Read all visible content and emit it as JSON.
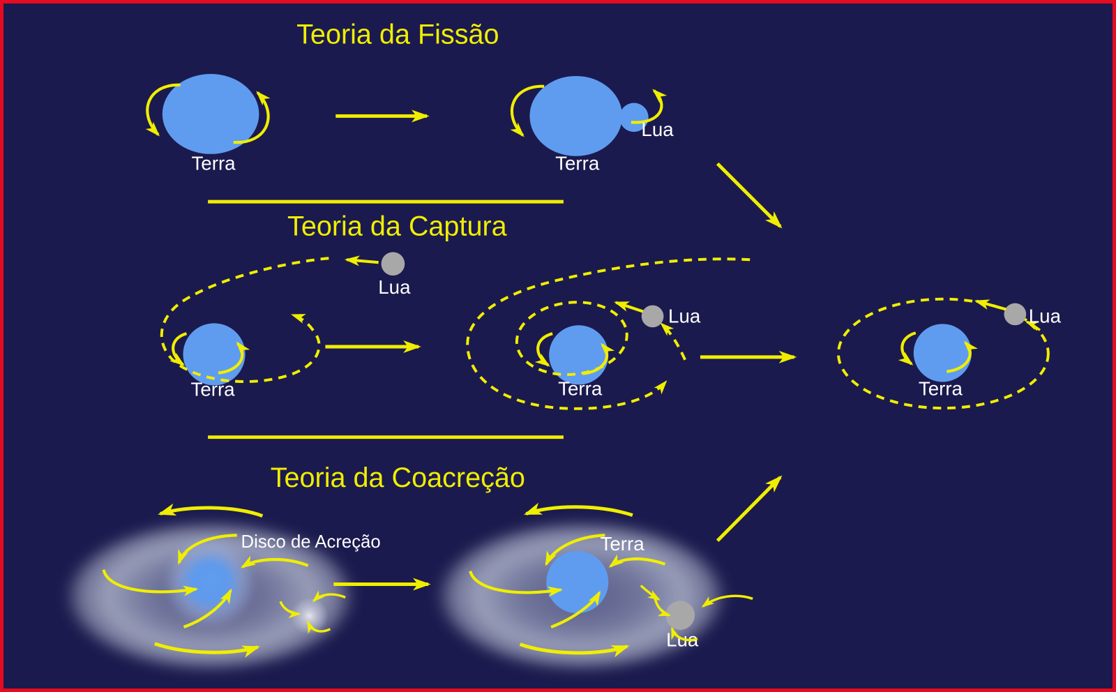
{
  "colors": {
    "background": "#1b1a4e",
    "frame_border": "#e50b20",
    "accent_yellow": "#f0ee00",
    "earth_blue": "#5f9cf0",
    "moon_gray": "#a8a8a8",
    "label_white": "#ffffff"
  },
  "fission": {
    "title": "Teoria da Fissão",
    "earth1_label": "Terra",
    "earth2_label": "Terra",
    "moon_label": "Lua"
  },
  "capture": {
    "title": "Teoria da Captura",
    "incoming_moon_label": "Lua",
    "stage1_earth_label": "Terra",
    "stage2_earth_label": "Terra",
    "stage2_moon_label": "Lua",
    "stage3_earth_label": "Terra",
    "stage3_moon_label": "Lua"
  },
  "coaccretion": {
    "title": "Teoria da Coacreção",
    "disk_label": "Disco de Acreção",
    "earth_label": "Terra",
    "moon_label": "Lua"
  }
}
